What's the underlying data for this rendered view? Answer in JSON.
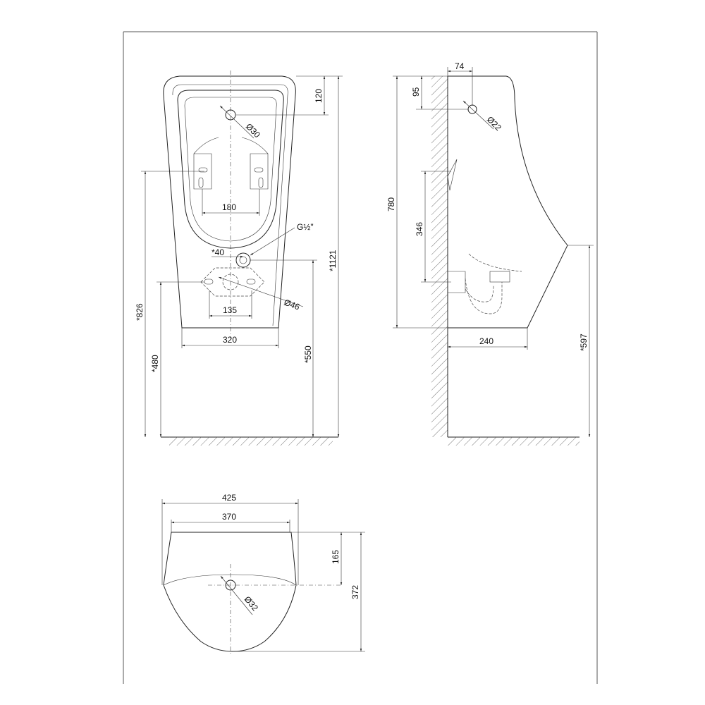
{
  "front_view": {
    "dim_top_offset": "120",
    "dim_inlet_diameter": "Ø30",
    "dim_bracket_spacing": "180",
    "thread_label": "G½\"",
    "dim_outlet_offset": "*40",
    "dim_outlet_diameter": "Ø46",
    "dim_outlet_plate": "135",
    "dim_bottom_width": "320",
    "dim_bracket_height": "*826",
    "dim_outlet_height": "*480",
    "dim_supply_height": "*550",
    "dim_total_height": "*1121"
  },
  "side_view": {
    "dim_inlet_depth": "74",
    "dim_inlet_top": "95",
    "dim_inlet_diameter": "Ø22",
    "dim_body_height": "780",
    "dim_bracket_to_outlet": "346",
    "dim_projection": "240",
    "dim_lip_height": "*597"
  },
  "top_view": {
    "dim_overall_width": "425",
    "dim_inner_width": "370",
    "dim_inlet_depth": "165",
    "dim_total_depth": "372",
    "dim_hole_diameter": "Ø32"
  }
}
